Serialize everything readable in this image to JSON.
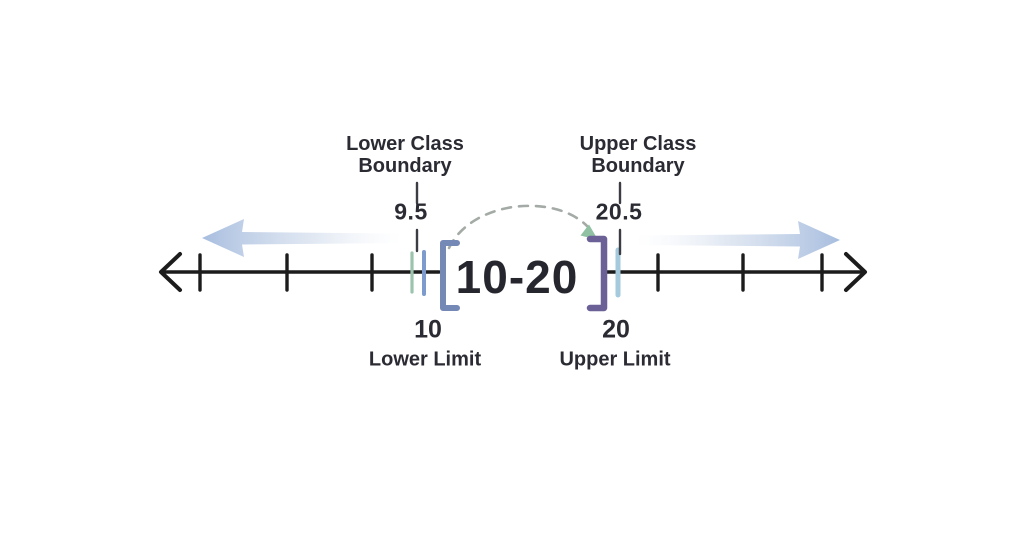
{
  "diagram": {
    "lower_boundary": {
      "label_lines": [
        "Lower Class",
        "Boundary"
      ],
      "value": "9.5"
    },
    "upper_boundary": {
      "label_lines": [
        "Upper Class",
        "Boundary"
      ],
      "value": "20.5"
    },
    "class_interval": "10-20",
    "lower_limit": {
      "value": "10",
      "label": "Lower Limit"
    },
    "upper_limit": {
      "value": "20",
      "label": "Upper Limit"
    },
    "colors": {
      "text": "#2b2b33",
      "axis": "#1c1c1c",
      "connector": "#3c3c44",
      "left_bracket": "#7589b6",
      "right_bracket": "#6b6196",
      "lower_boundary_tick": "#9cc3ae",
      "lower_limit_tick": "#7d9bcd",
      "upper_limit_tick": "#a5cade",
      "extent_arrow": "#a6bcdf",
      "arc_dash": "#a4aba6",
      "arc_arrowhead": "#8fc1a2"
    }
  }
}
